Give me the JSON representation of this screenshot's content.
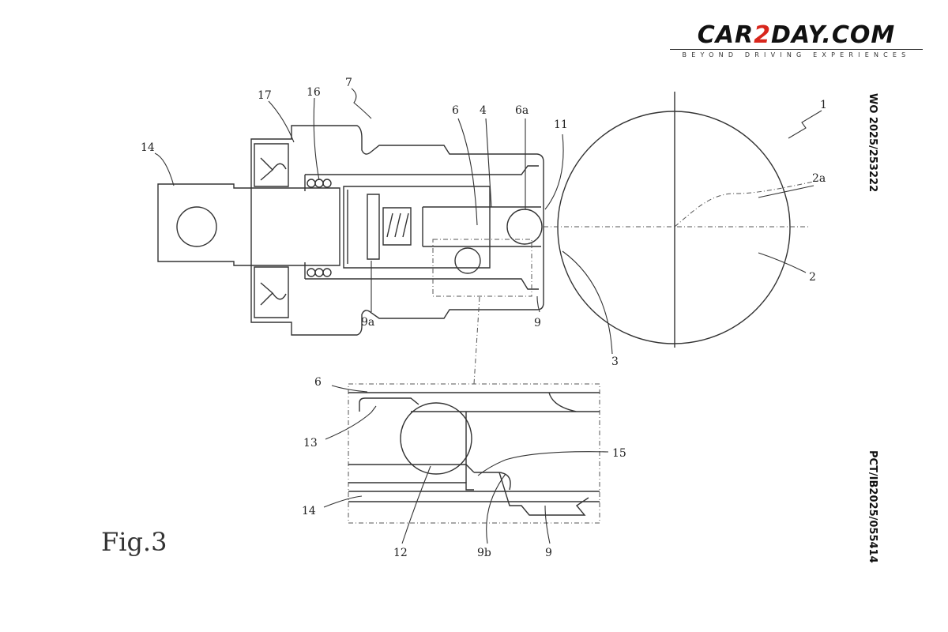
{
  "logo": {
    "part1": "CAR",
    "part2": "2",
    "part3": "DAY.COM",
    "tagline": "BEYOND DRIVING EXPERIENCES",
    "accent": "#d8261c"
  },
  "side_text": {
    "publication": "WO 2025/253222",
    "application": "PCT/IB2025/055414"
  },
  "figure_label": "Fig.3",
  "main_labels": {
    "l1": "1",
    "l2a": "2a",
    "l2": "2",
    "l3": "3",
    "l11": "11",
    "l6a": "6a",
    "l4": "4",
    "l6": "6",
    "l7": "7",
    "l16": "16",
    "l17": "17",
    "l14": "14",
    "l9a": "9a",
    "l9": "9"
  },
  "detail_labels": {
    "l6": "6",
    "l13": "13",
    "l15": "15",
    "l14": "14",
    "l12": "12",
    "l9b": "9b",
    "l9": "9"
  }
}
